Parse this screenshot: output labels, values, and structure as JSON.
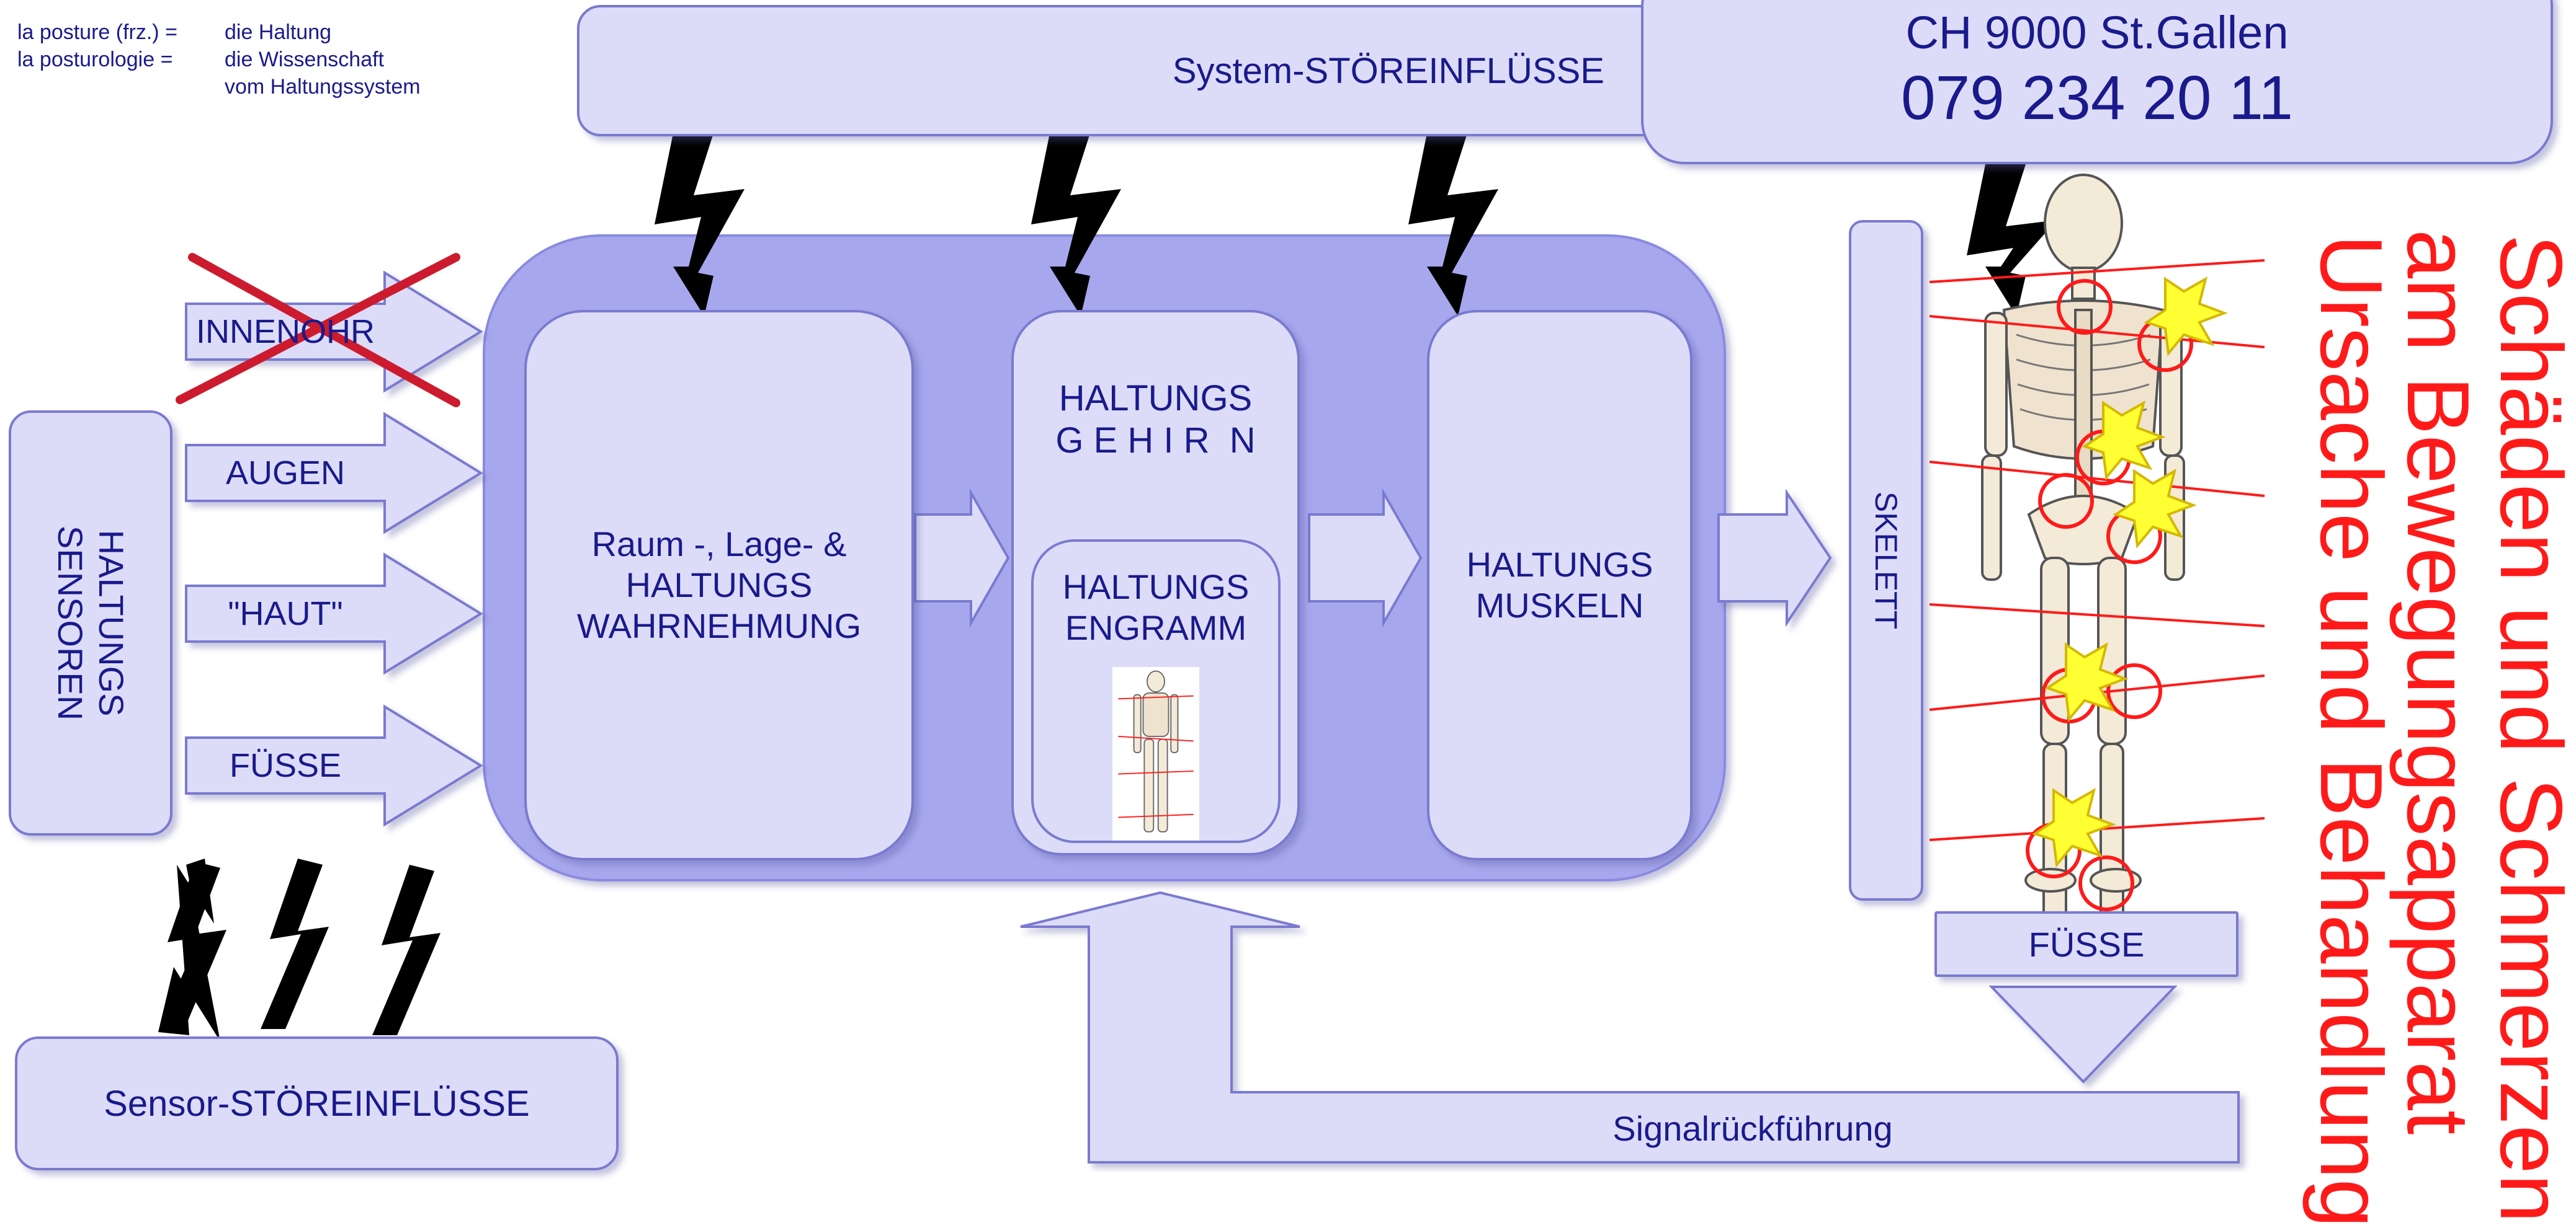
{
  "glossary": [
    {
      "term": "la posture (frz.) =",
      "definition": "die Haltung"
    },
    {
      "term": "la posturologie =",
      "definition": "die Wissenschaft"
    },
    {
      "term": "",
      "definition": "vom Haltungssystem"
    }
  ],
  "system_disturbances": "System-STÖREINFLÜSSE",
  "contact": {
    "city": "CH 9000 St.Gallen",
    "phone": "079 234 20 11"
  },
  "sensors": {
    "title": "HALTUNGS\nSENSOREN",
    "inputs": [
      "INNENOHR",
      "AUGEN",
      "\"HAUT\"",
      "FÜSSE"
    ]
  },
  "sensor_disturbances": "Sensor-STÖREINFLÜSSE",
  "perception": "Raum -, Lage- &\nHALTUNGS\nWAHRNEHMUNG",
  "brain": {
    "title": "HALTUNGS\nG E H I R  N",
    "engram": "HALTUNGS\nENGRAMM"
  },
  "muscles": "HALTUNGS\nMUSKELN",
  "skeleton": "SKELETT",
  "feet": "FÜSSE",
  "feedback": "Signalrückführung",
  "side_title": [
    "Schäden und Schmerzen",
    "am Bewegungsapparat",
    "Ursache und Behandlung"
  ],
  "colors": {
    "box_fill": "#dcdcf8",
    "box_border": "#7a7ad0",
    "core_fill": "#a7a7ee",
    "text": "#1a1a8c",
    "alert_red": "#ff1a1a"
  },
  "icons": [
    "lightning-bolt-icon",
    "skeleton-figure",
    "pain-burst-icon"
  ]
}
